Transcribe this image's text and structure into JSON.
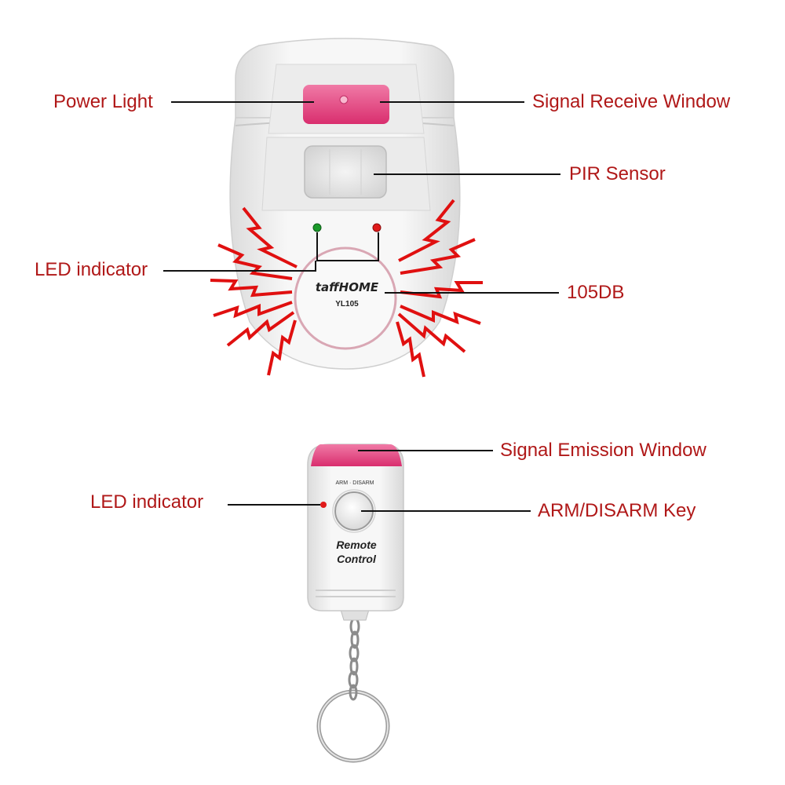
{
  "colors": {
    "label_red": "#b01818",
    "label_black": "#111111",
    "leader_line": "#111111",
    "sound_waves": "#e01010",
    "device_body": "#f2f2f2",
    "pink_window": "#e8407a",
    "led_green": "#1a9a2a",
    "led_red": "#e01a1a"
  },
  "sensor_unit": {
    "labels": {
      "power_light": "Power Light",
      "signal_receive_window": "Signal Receive Window",
      "pir_sensor": "PIR Sensor",
      "led_indicator": "LED indicator",
      "volume": "105DB"
    },
    "brand": "taffHOME",
    "model": "YL105"
  },
  "remote_unit": {
    "labels": {
      "signal_emission_window": "Signal Emission Window",
      "led_indicator": "LED indicator",
      "arm_disarm_key": "ARM/DISARM Key"
    },
    "key_caption": "ARM · DISARM",
    "face_text_line1": "Remote",
    "face_text_line2": "Control"
  }
}
